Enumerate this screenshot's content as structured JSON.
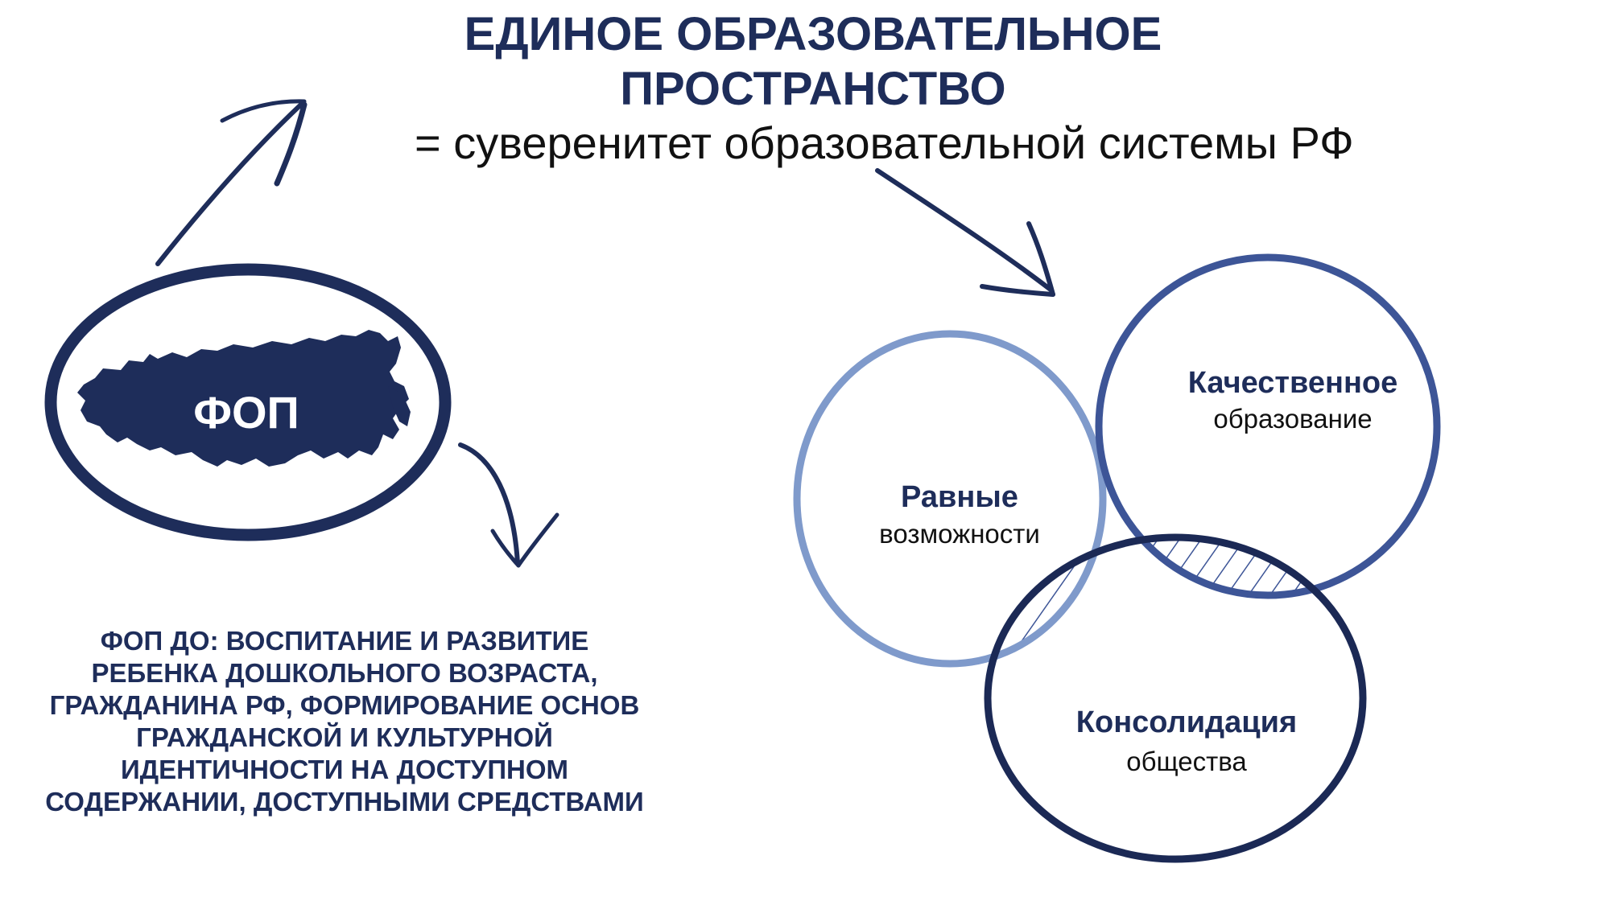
{
  "title": {
    "line1": "ЕДИНОЕ ОБРАЗОВАТЕЛЬНОЕ",
    "line2": "ПРОСТРАНСТВО",
    "subtitle": "= суверенитет образовательной системы РФ"
  },
  "fop": {
    "label": "ФОП",
    "description_lines": [
      "ФОП ДО: ВОСПИТАНИЕ И РАЗВИТИЕ",
      "РЕБЕНКА ДОШКОЛЬНОГО ВОЗРАСТА,",
      "ГРАЖДАНИНА РФ, ФОРМИРОВАНИЕ ОСНОВ",
      "ГРАЖДАНСКОЙ И КУЛЬТУРНОЙ",
      "ИДЕНТИЧНОСТИ НА ДОСТУПНОМ",
      "СОДЕРЖАНИИ, ДОСТУПНЫМИ СРЕДСТВАМИ"
    ]
  },
  "venn": {
    "circles": [
      {
        "bold": "Равные",
        "regular": "возможности",
        "color": "#7f9acb"
      },
      {
        "bold": "Качественное",
        "regular": "образование",
        "color": "#3d5597"
      },
      {
        "bold": "Консолидация",
        "regular": "общества",
        "color": "#1b2955"
      }
    ]
  },
  "colors": {
    "primary": "#1e2d5a",
    "text": "#111111",
    "background": "#ffffff"
  },
  "icons": [
    "russia-map-icon",
    "arrow-up-right-icon",
    "arrow-down-icon",
    "arrow-down-right-icon"
  ]
}
